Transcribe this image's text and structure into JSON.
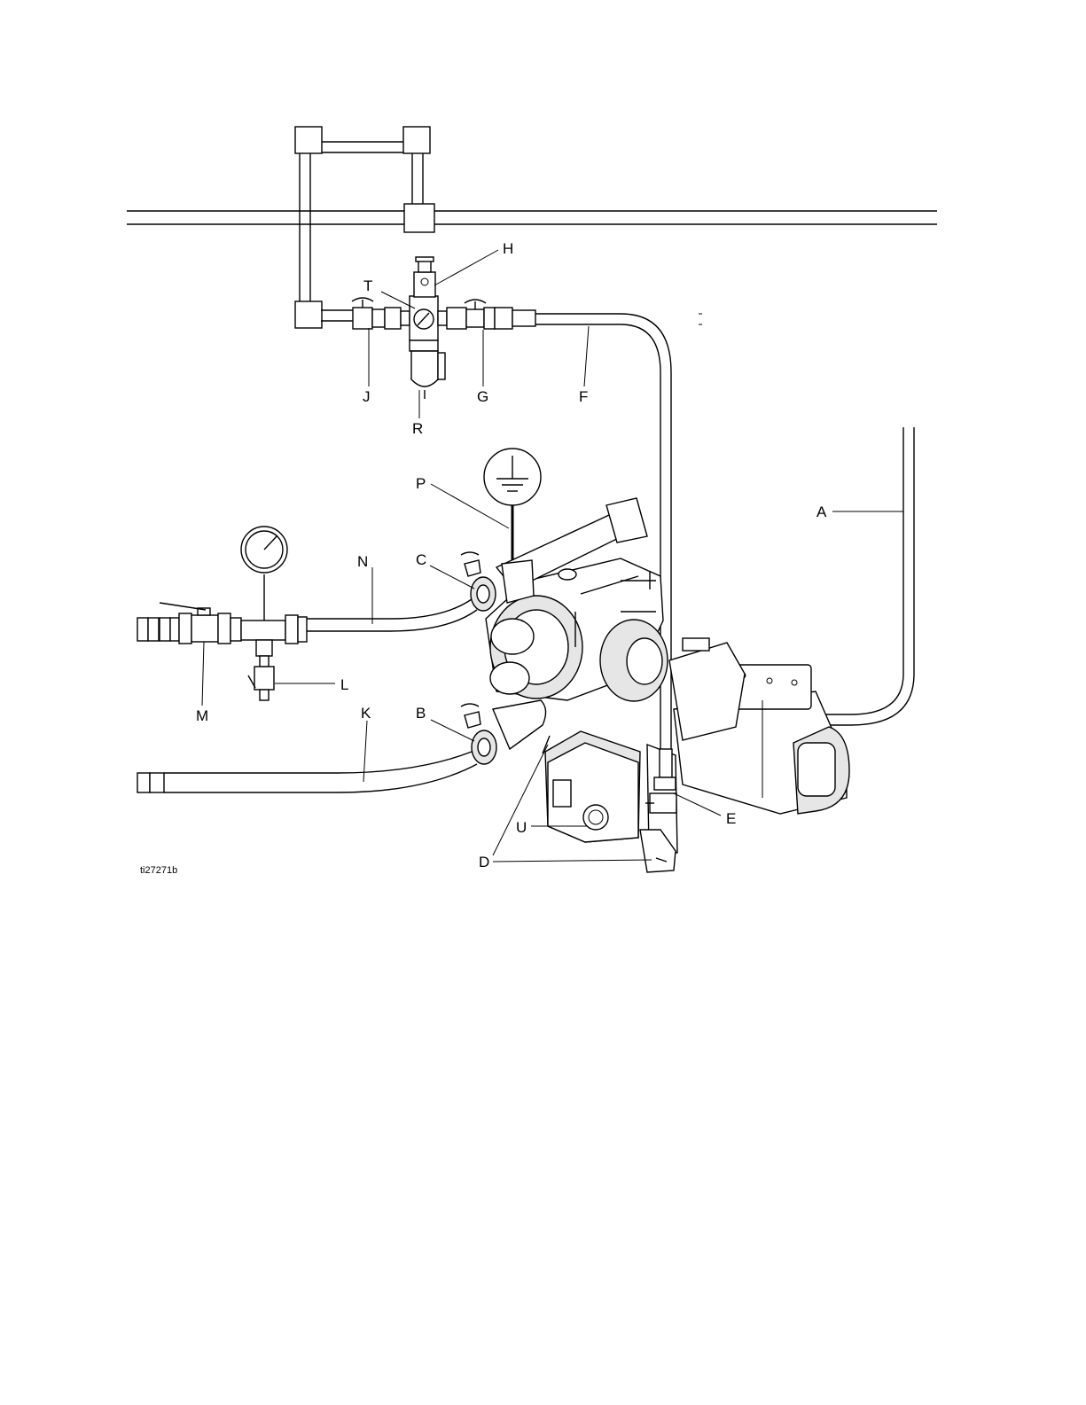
{
  "figure": {
    "id_label": "ti27271b",
    "callouts": {
      "A": "A",
      "B": "B",
      "C": "C",
      "D": "D",
      "E": "E",
      "F": "F",
      "G": "G",
      "H": "H",
      "J": "J",
      "K": "K",
      "L": "L",
      "M": "M",
      "N": "N",
      "P": "P",
      "R": "R",
      "T": "T",
      "U": "U"
    },
    "icons": [
      "ground-symbol-icon",
      "pressure-gauge-icon"
    ]
  }
}
